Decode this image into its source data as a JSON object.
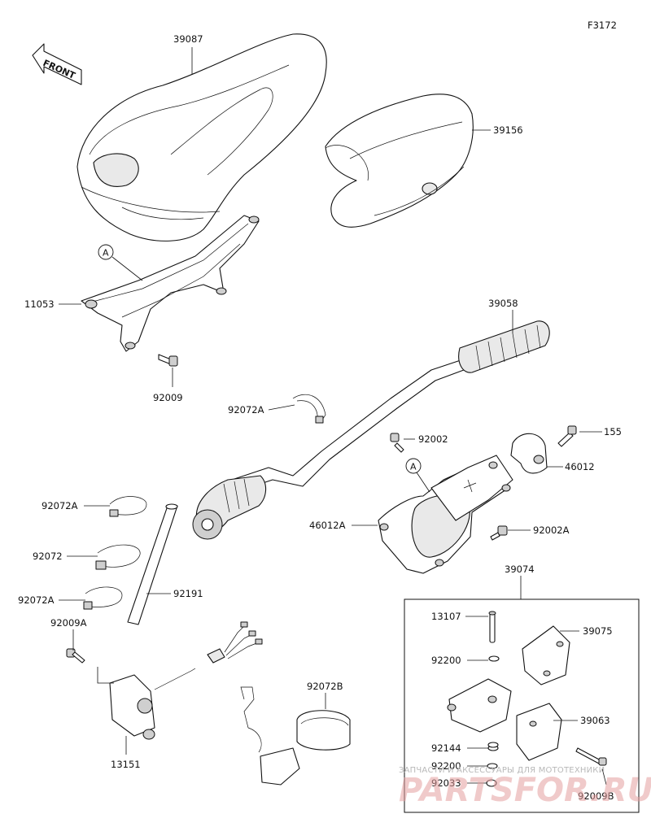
{
  "diagram_code": "F3172",
  "front_label": "FRONT",
  "ref_marker": "A",
  "callouts": {
    "p39087": "39087",
    "p39156": "39156",
    "p11053": "11053",
    "p92009": "92009",
    "p39058": "39058",
    "p92072A_top": "92072A",
    "p92002": "92002",
    "p155": "155",
    "p46012": "46012",
    "p46012A": "46012A",
    "p92002A": "92002A",
    "p92072A_left1": "92072A",
    "p92072": "92072",
    "p92072A_left2": "92072A",
    "p92191": "92191",
    "p92009A": "92009A",
    "p13151": "13151",
    "p92072B": "92072B",
    "p39074": "39074",
    "p13107": "13107",
    "p39075": "39075",
    "p92200_a": "92200",
    "p39063": "39063",
    "p92144": "92144",
    "p92200_b": "92200",
    "p92033": "92033",
    "p92009B": "92009B"
  },
  "watermark": {
    "line1": "ЗАПЧАСТИ И АКСЕССУАРЫ ДЛЯ МОТОТЕХНИКИ",
    "line2": "PARTSFOR.RU"
  }
}
